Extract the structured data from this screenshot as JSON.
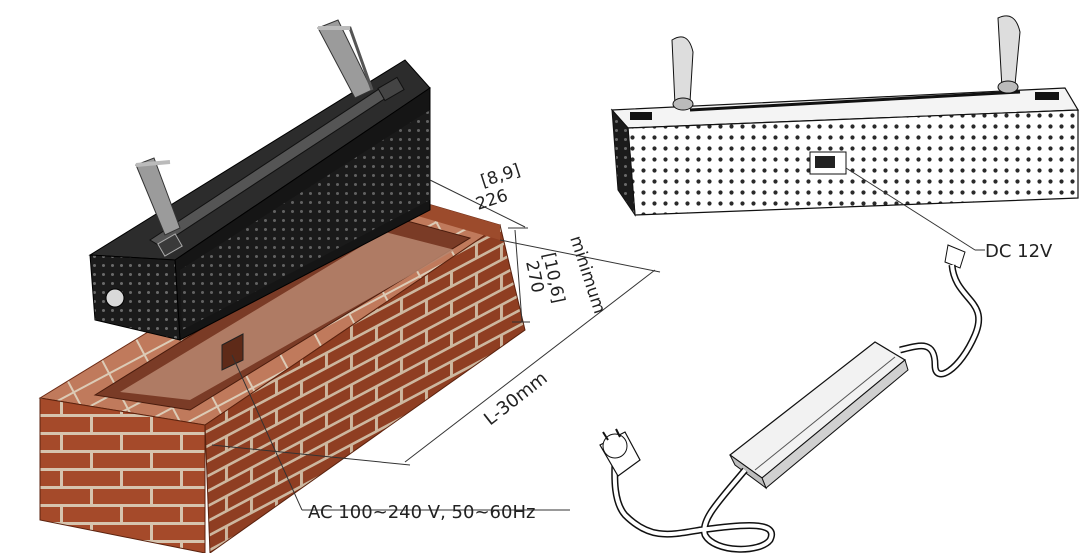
{
  "labels": {
    "depth_in": "[8,9]",
    "depth_mm": "226",
    "height_in": "[10,6]",
    "height_mm": "270",
    "minimum": "minimum",
    "length": "L-30mm",
    "ac_spec": "AC 100~240 V, 50~60Hz",
    "dc_spec": "DC 12V"
  },
  "colors": {
    "brick": "#a54a2a",
    "brick_dark": "#7a3118",
    "brick_top": "#c27a5a",
    "mortar": "#d8c6b0",
    "burner_body": "#1b1b1b",
    "burner_top": "#2c2c2c",
    "line": "#333333"
  },
  "icons": {
    "handle": "handle-icon",
    "plug": "plug-icon",
    "transformer": "transformer-icon"
  }
}
